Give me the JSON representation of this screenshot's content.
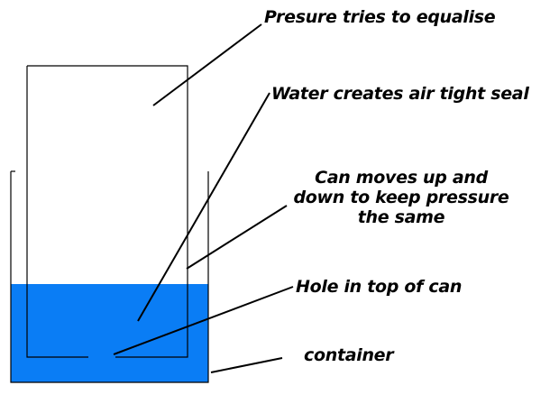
{
  "labels": {
    "pressure": "Presure tries to equalise",
    "seal": "Water creates air tight seal",
    "can_moves": [
      "Can moves up and",
      "down to keep pressure",
      "the same"
    ],
    "hole": "Hole in top of can",
    "container": "container"
  },
  "colors": {
    "water": "#0a7df5",
    "outline": "#000000",
    "background": "#ffffff"
  }
}
